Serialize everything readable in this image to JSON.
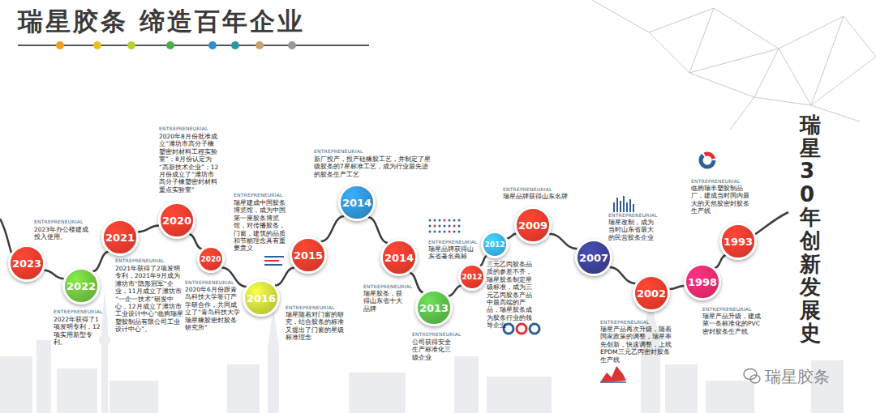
{
  "diagram": {
    "title": "瑞星胶条 缔造百年企业",
    "nodes": [
      {
        "text": [
          "2023"
        ]
      },
      {
        "text": [
          "2022"
        ]
      },
      {
        "text": [
          "2021"
        ]
      },
      {
        "text": [
          "2020"
        ]
      },
      {
        "text": [
          "2020"
        ]
      },
      {
        "text": [
          "2016"
        ]
      },
      {
        "text": [
          "2015"
        ]
      },
      {
        "text": [
          "2014"
        ]
      },
      {
        "text": [
          "2014"
        ]
      },
      {
        "text": [
          "2013"
        ]
      },
      {
        "text": [
          "2012"
        ]
      },
      {
        "text": [
          "2012"
        ]
      },
      {
        "text": [
          "2009"
        ]
      },
      {
        "text": [
          "2007"
        ]
      },
      {
        "text": [
          "2002"
        ]
      },
      {
        "text": [
          "1998"
        ]
      },
      {
        "text": [
          "1993"
        ]
      }
    ],
    "edges": [
      {
        "from": 0,
        "to": 1,
        "arrow": "none"
      },
      {
        "from": 1,
        "to": 2,
        "arrow": "none"
      },
      {
        "from": 2,
        "to": 3,
        "arrow": "none"
      },
      {
        "from": 3,
        "to": 4,
        "arrow": "none"
      },
      {
        "from": 4,
        "to": 5,
        "arrow": "none"
      },
      {
        "from": 5,
        "to": 6,
        "arrow": "none"
      },
      {
        "from": 6,
        "to": 7,
        "arrow": "none"
      },
      {
        "from": 7,
        "to": 8,
        "arrow": "none"
      },
      {
        "from": 8,
        "to": 9,
        "arrow": "none"
      },
      {
        "from": 9,
        "to": 10,
        "arrow": "none"
      },
      {
        "from": 10,
        "to": 11,
        "arrow": "none"
      },
      {
        "from": 11,
        "to": 12,
        "arrow": "none"
      },
      {
        "from": 12,
        "to": 13,
        "arrow": "none"
      },
      {
        "from": 13,
        "to": 14,
        "arrow": "none"
      },
      {
        "from": 14,
        "to": 15,
        "arrow": "none"
      },
      {
        "from": 15,
        "to": 16,
        "arrow": "none"
      }
    ],
    "labels": [
      "瑞星30年创新发展史",
      "ENTREPRENEURIAL",
      "2023年办公楼建成投入使用。",
      "ENTREPRENEURIAL",
      "2022年获得了1项发明专利，12项实用新型专利。",
      "ENTREPRENEURIAL",
      "2021年获得了2项发明专利，2021年9月成为潍坊市“隐形冠军”企业，11月成立了潍坊市“一企一技术”研发中心，12月成立了潍坊市工业设计中心“临朐瑞星塑胶制品有限公司工业设计中心”。",
      "ENTREPRENEURIAL",
      "2020年8月份批准成立“潍坊市高分子橡塑密封材料工程实验室”；8月份认定为“高新技术企业”；12月份成立了“潍坊市高分子橡塑密封材料重点实验室”",
      "ENTREPRENEURIAL",
      "2020年6月份跟青岛科技大学签订产学研合作，共同成立了“青岛科技大学瑞星橡胶密封胶条研究所”",
      "ENTREPRENEURIAL",
      "瑞星建成中国胶条博览馆，成为中国第一座胶条博览馆，对传播胶条，门窗，建筑的品质和节能理念具有重要意义",
      "ENTREPRENEURIAL",
      "瑞星随着对门窗的研究，结合胶条的标准又提出了门窗的星级标准理念",
      "ENTREPRENEURIAL",
      "新厂投产，投产硅橡胶工艺，并制定了星级胶条的7星标准工艺，成为行业最先进的胶条生产工艺",
      "ENTREPRENEURIAL",
      "瑞星胶条，获得山东省十大品牌",
      "ENTREPRENEURIAL",
      "公司获得安全生产标准化三级企业",
      "ENTREPRENEURIAL",
      "瑞星品牌获得山东省著名商标",
      "三元乙丙胶条品质的参差不齐，瑞星胶条制定星级标准，成为三元乙丙胶条产品中最高端的产品，瑞星胶条成为胶条行业的领导企业",
      "ENTREPRENEURIAL",
      "瑞星品牌获得山东名牌",
      "ENTREPRENEURIAL",
      "瑞星改制，成为当时山东省最大的民营胶条企业",
      "ENTREPRENEURIAL",
      "瑞星产品再次升级，随着国家政策的调整，瑞星率先创新，快速调整，上线EPDM三元乙丙密封胶条生产线",
      "ENTREPRENEURIAL",
      "瑞星产品升级，建成第一条标准化的PVC密封胶条生产线",
      "ENTREPRENEURIAL",
      "临朐瑞丰塑胶制品厂，建成当时国内最大的天然胶密封胶条生产线",
      "瑞星胶条"
    ]
  }
}
